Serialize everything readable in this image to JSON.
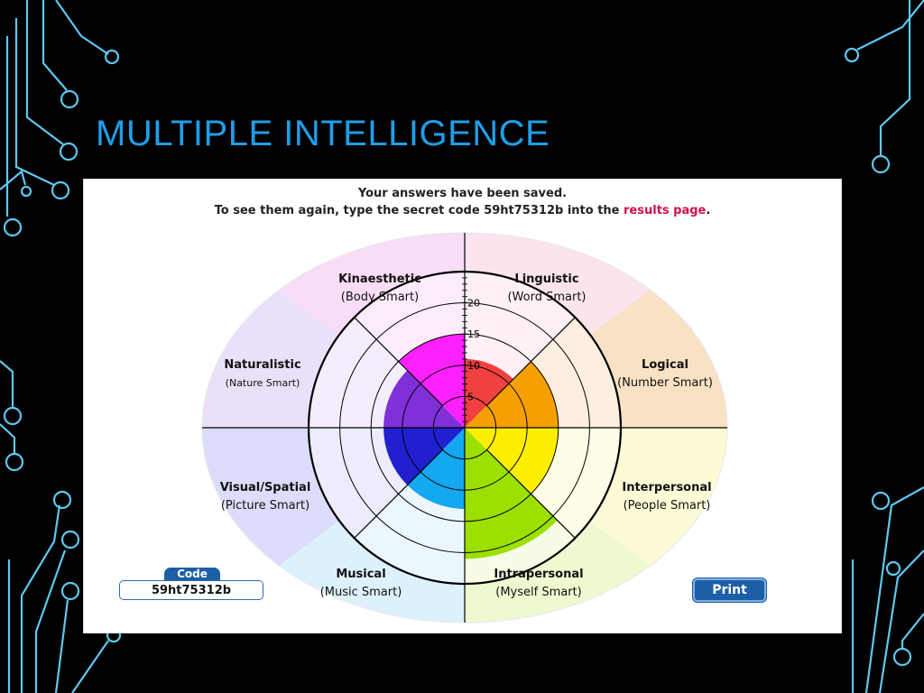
{
  "slide": {
    "title": "MULTIPLE INTELLIGENCE"
  },
  "message": {
    "line1": "Your answers have been saved.",
    "line2_prefix": "To see them again, type the secret code 59ht75312b into the ",
    "link": "results page",
    "line2_suffix": "."
  },
  "code": {
    "label": "Code",
    "value": "59ht75312b"
  },
  "print_label": "Print",
  "colors": {
    "title": "#1f9ee8",
    "circuit": "#5fc8f0",
    "link": "#d0104a",
    "button": "#1c5fa6"
  },
  "chart_data": {
    "type": "radial-bar",
    "scale": {
      "min": 0,
      "max": 25,
      "ticks": [
        "5",
        "10",
        "15",
        "20"
      ]
    },
    "categories": [
      {
        "name": "Linguistic",
        "sub": "(Word Smart)",
        "value": 11,
        "color": "#f04040",
        "bg": "#fbe4ee"
      },
      {
        "name": "Logical",
        "sub": "(Number Smart)",
        "value": 15,
        "color": "#f5a000",
        "bg": "#f9e2c4"
      },
      {
        "name": "Interpersonal",
        "sub": "(People Smart)",
        "value": 15,
        "color": "#ffee00",
        "bg": "#fdfbd6"
      },
      {
        "name": "Intrapersonal",
        "sub": "(Myself Smart)",
        "value": 21,
        "color": "#9be000",
        "bg": "#eef9d0"
      },
      {
        "name": "Musical",
        "sub": "(Music Smart)",
        "value": 13,
        "color": "#14a8f0",
        "bg": "#dcf1fb"
      },
      {
        "name": "Visual/Spatial",
        "sub": "(Picture Smart)",
        "value": 13,
        "color": "#2020d0",
        "bg": "#dcdcfb"
      },
      {
        "name": "Naturalistic",
        "sub": "(Nature Smart)",
        "value": 13,
        "color": "#8030d8",
        "bg": "#ebe0f9"
      },
      {
        "name": "Kinaesthetic",
        "sub": "(Body Smart)",
        "value": 15,
        "color": "#ff20ff",
        "bg": "#f9dcf6"
      }
    ]
  }
}
